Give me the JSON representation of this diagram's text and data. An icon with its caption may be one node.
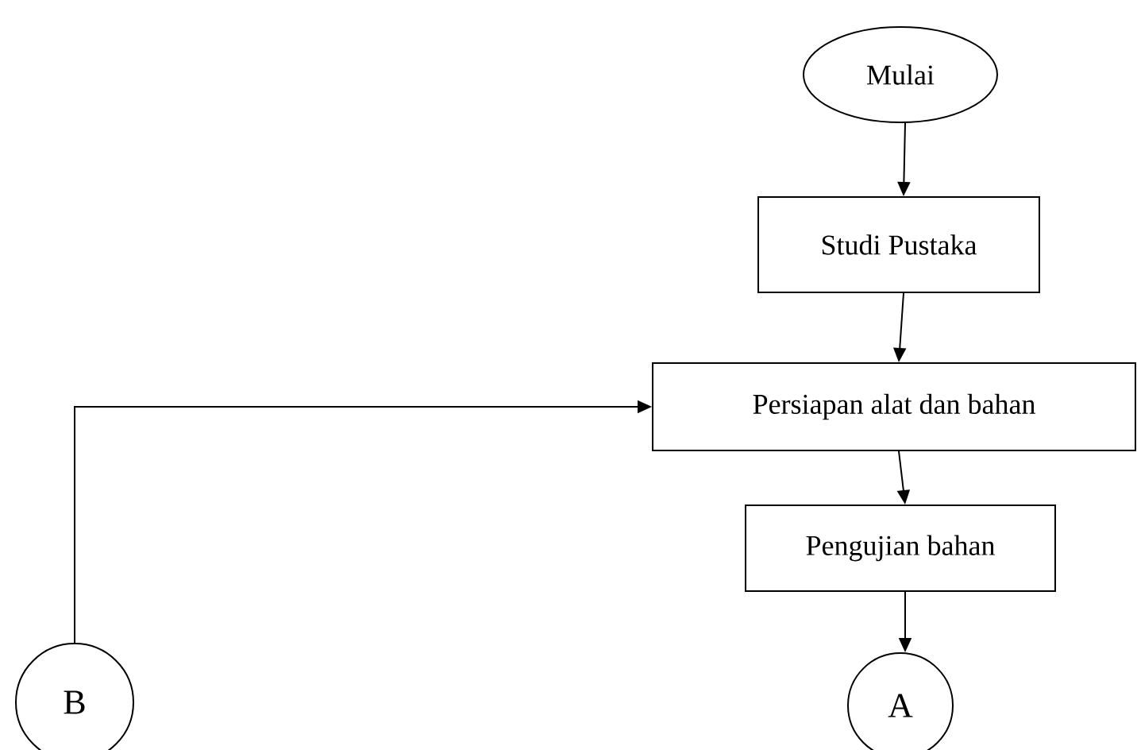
{
  "diagram": {
    "nodes": [
      {
        "text": [
          "Mulai"
        ]
      },
      {
        "text": [
          "Studi Pustaka"
        ]
      },
      {
        "text": [
          "Persiapan alat dan  bahan"
        ]
      },
      {
        "text": [
          "Pengujian bahan"
        ]
      },
      {
        "text": [
          "B"
        ]
      },
      {
        "text": [
          "A"
        ]
      }
    ],
    "edges": [
      {
        "from": 0,
        "to": 1,
        "arrow": "to"
      },
      {
        "from": 1,
        "to": 2,
        "arrow": "to"
      },
      {
        "from": 2,
        "to": 3,
        "arrow": "to"
      },
      {
        "from": 3,
        "to": 5,
        "arrow": "to"
      },
      {
        "from": 4,
        "to": 2,
        "arrow": "to"
      }
    ]
  }
}
